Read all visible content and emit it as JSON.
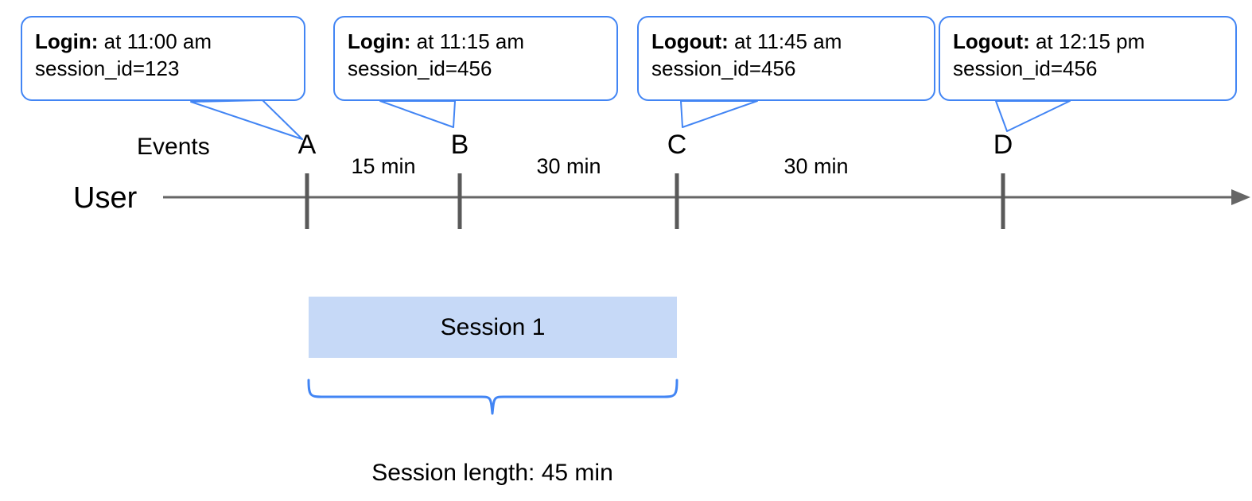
{
  "diagram": {
    "row_labels": {
      "events": "Events",
      "user": "User"
    },
    "callouts": [
      {
        "event": "Login:",
        "time": "at 11:00 am",
        "session": "session_id=123"
      },
      {
        "event": "Login:",
        "time": "at 11:15 am",
        "session": "session_id=456"
      },
      {
        "event": "Logout:",
        "time": "at 11:45 am",
        "session": "session_id=456"
      },
      {
        "event": "Logout:",
        "time": "at 12:15 pm",
        "session": "session_id=456"
      }
    ],
    "events": [
      {
        "letter": "A"
      },
      {
        "letter": "B"
      },
      {
        "letter": "C"
      },
      {
        "letter": "D"
      }
    ],
    "gaps": [
      {
        "label": "15 min"
      },
      {
        "label": "30 min"
      },
      {
        "label": "30 min"
      }
    ],
    "session": {
      "bar_label": "Session 1",
      "length_caption": "Session length: 45 min"
    },
    "colors": {
      "callout_border": "#4285f4",
      "brace": "#4285f4",
      "session_fill": "#c6d9f7",
      "axis": "#666666",
      "tick": "#595959",
      "text": "#000000",
      "background": "#ffffff"
    }
  }
}
